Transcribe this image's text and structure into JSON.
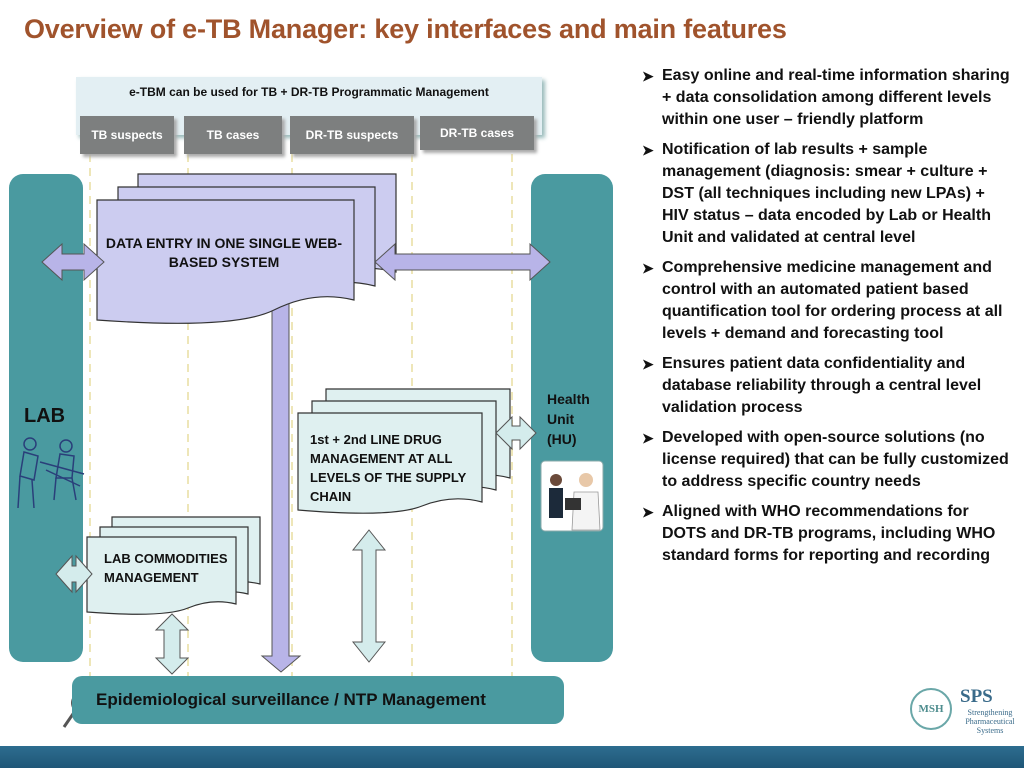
{
  "title": "Overview of e-TB Manager: key interfaces and main features",
  "header": {
    "text": "e-TBM can be used for TB + DR-TB Programmatic Management",
    "tabs": [
      {
        "label": "TB suspects"
      },
      {
        "label": "TB cases"
      },
      {
        "label": "DR-TB suspects"
      },
      {
        "label": "DR-TB cases"
      }
    ]
  },
  "lab": {
    "label": "LAB"
  },
  "health_unit": {
    "line1": "Health",
    "line2": "Unit",
    "line3": "(HU)"
  },
  "documents": {
    "data_entry": "DATA ENTRY IN ONE SINGLE WEB-BASED SYSTEM",
    "drug_management": "1st + 2nd LINE DRUG MANAGEMENT AT ALL LEVELS OF THE SUPPLY CHAIN",
    "lab_commodities": "LAB COMMODITIES MANAGEMENT"
  },
  "surveillance": {
    "label": "Epidemiological surveillance / NTP Management"
  },
  "bullets": [
    "Easy online and real-time information sharing + data consolidation among different levels within one user – friendly platform",
    "Notification of lab results + sample management (diagnosis: smear + culture + DST (all techniques including new LPAs) + HIV status – data encoded by Lab or Health Unit and validated at central level",
    "Comprehensive medicine management and control with an automated  patient based quantification tool for ordering process at all levels + demand and forecasting tool",
    "Ensures patient data confidentiality and database reliability through a central level validation process",
    "Developed with open-source solutions (no license required) that can be fully customized to address specific country needs",
    "Aligned with WHO recommendations for DOTS and DR-TB programs, including WHO standard forms for reporting and recording"
  ],
  "logos": {
    "msh": "MSH",
    "sps": "SPS",
    "sps_caption": "Strengthening Pharmaceutical Systems"
  },
  "colors": {
    "title": "#a0532c",
    "teal": "#4a9aa0",
    "lavender": "#ccccf0",
    "light_teal": "#dff0f0",
    "tab_gray": "#7d7f7f"
  }
}
